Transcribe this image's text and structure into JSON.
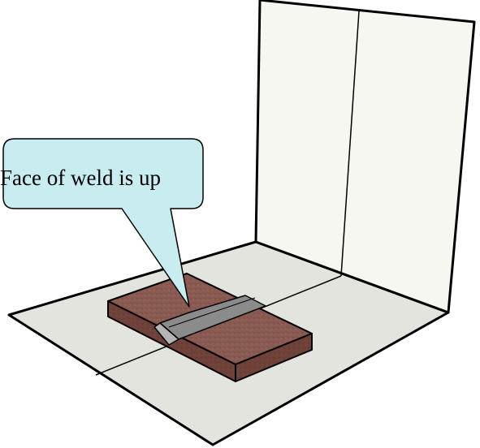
{
  "callout": {
    "text": "Face of weld is up"
  },
  "colors": {
    "floor": "#e4e4df",
    "back_wall": "#f7f7f1",
    "callout_fill": "#c8ecef",
    "plate_top": "#8a5b52",
    "plate_side": "#6e4139",
    "weld_top": "#8b8b8b",
    "weld_face": "#b5b5b5",
    "outline": "#000000"
  },
  "scene": {
    "floor_label": "floor-plane",
    "wall_label": "vertical-wall-plane",
    "workpiece_label": "welded-plate-flat-position"
  }
}
